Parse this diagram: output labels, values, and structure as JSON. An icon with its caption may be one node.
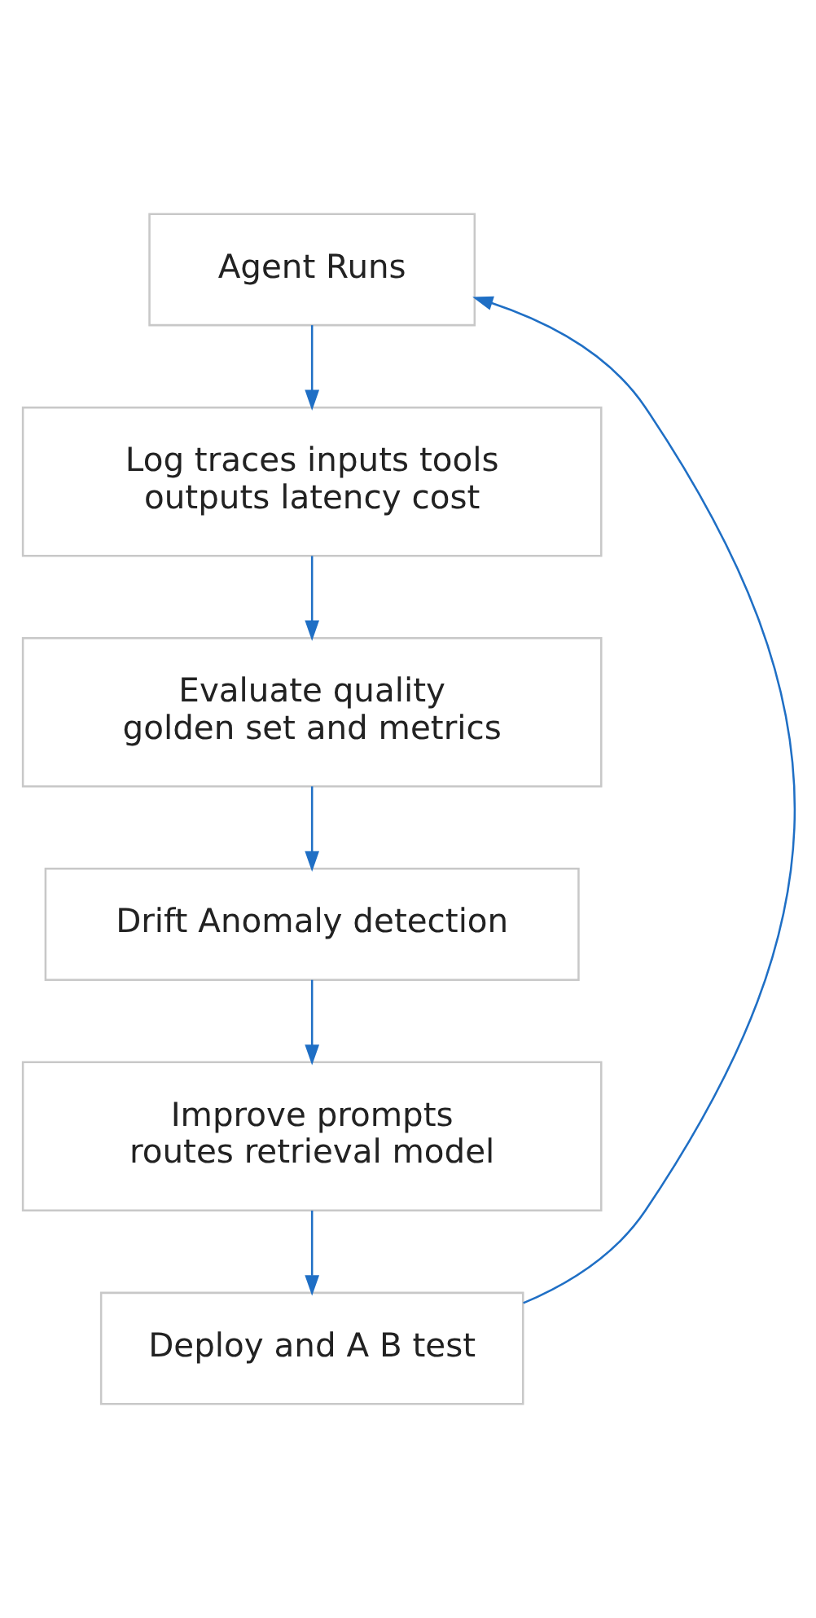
{
  "diagram": {
    "nodes": [
      {
        "text": [
          "Agent Runs"
        ]
      },
      {
        "text": [
          "Log traces inputs tools outputs latency cost"
        ]
      },
      {
        "text": [
          "Evaluate quality golden set and metrics"
        ]
      },
      {
        "text": [
          "Drift Anomaly detection"
        ]
      },
      {
        "text": [
          "Improve prompts routes retrieval model"
        ]
      },
      {
        "text": [
          "Deploy and A B test"
        ]
      }
    ],
    "edges": [
      {
        "from": 0,
        "to": 1,
        "arrow": "to"
      },
      {
        "from": 1,
        "to": 2,
        "arrow": "to"
      },
      {
        "from": 2,
        "to": 3,
        "arrow": "to"
      },
      {
        "from": 3,
        "to": 4,
        "arrow": "to"
      },
      {
        "from": 4,
        "to": 5,
        "arrow": "to"
      },
      {
        "from": 5,
        "to": 0,
        "arrow": "to"
      }
    ]
  }
}
